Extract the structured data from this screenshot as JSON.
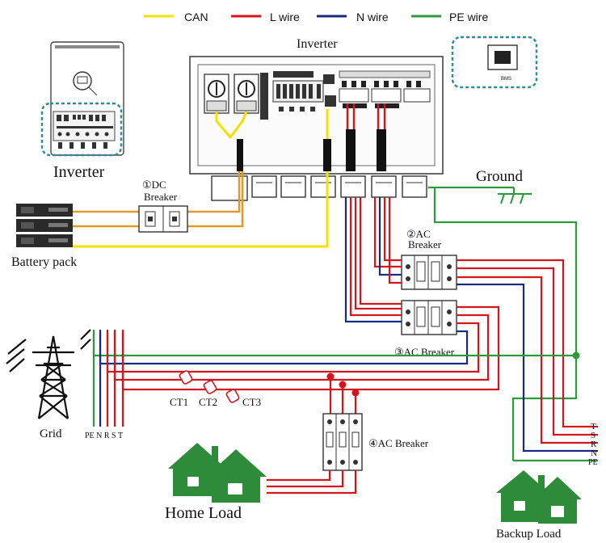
{
  "legend": {
    "items": [
      {
        "label": "CAN",
        "color": "#f2e200"
      },
      {
        "label": "L wire",
        "color": "#d4151b"
      },
      {
        "label": "N wire",
        "color": "#1a2a80"
      },
      {
        "label": "PE wire",
        "color": "#2b9a3c"
      }
    ]
  },
  "colors": {
    "can": "#f2e200",
    "l_wire": "#d4151b",
    "n_wire": "#1a2a80",
    "pe_wire": "#2b9a3c",
    "dc_wire": "#e09a2a",
    "house": "#2e8b3a",
    "dashed_outline": "#2f8a99"
  },
  "labels": {
    "inverter_main": "Inverter",
    "inverter_thumb": "Inverter",
    "bms_port": "BMS",
    "battery_pack": "Battery pack",
    "dc_breaker_num": "①DC",
    "dc_breaker_word": "Breaker",
    "ac_breaker2_num": "②AC",
    "ac_breaker2_word": "Breaker",
    "ac_breaker3": "③AC Breaker",
    "ac_breaker4": "④AC Breaker",
    "ground": "Ground",
    "grid": "Grid",
    "grid_phases": "PE N R S T",
    "ct1": "CT1",
    "ct2": "CT2",
    "ct3": "CT3",
    "home_load": "Home Load",
    "backup_load": "Backup Load",
    "backup_phase_t": "T",
    "backup_phase_s": "S",
    "backup_phase_r": "R",
    "backup_phase_n": "N",
    "backup_phase_pe": "PE"
  },
  "icons": [
    "transmission-tower-icon",
    "house-icon",
    "ground-symbol-icon",
    "battery-icon",
    "breaker-icon",
    "ct-clamp-icon",
    "rj45-port-icon"
  ]
}
